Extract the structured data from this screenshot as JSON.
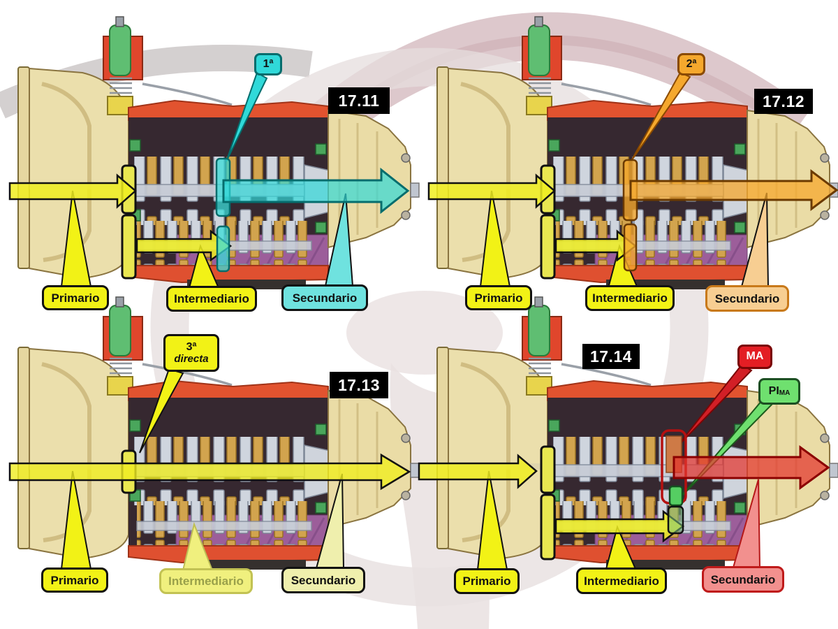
{
  "panels": [
    {
      "number": "17.11",
      "gear_label": "1ª",
      "primario": "Primario",
      "intermediario": "Intermediario",
      "secundario": "Secundario"
    },
    {
      "number": "17.12",
      "gear_label": "2ª",
      "primario": "Primario",
      "intermediario": "Intermediario",
      "secundario": "Secundario"
    },
    {
      "number": "17.13",
      "gear_label": "3ª",
      "gear_sublabel": "directa",
      "primario": "Primario",
      "intermediario": "Intermediario",
      "secundario": "Secundario"
    },
    {
      "number": "17.14",
      "gear_label": "MA",
      "idler_label": "PI",
      "idler_subscript": "MA",
      "primario": "Primario",
      "intermediario": "Intermediario",
      "secundario": "Secundario"
    }
  ],
  "palette": {
    "first_gear_cyan": "#30D9D9",
    "second_gear_orange": "#F5A82D",
    "third_gear_yellow": "#F0EE20",
    "reverse_red": "#E3342E",
    "reverse_idler_green": "#6FE06F",
    "shaft_yellow": "#F2F216",
    "housing_beige": "#EBDFAC",
    "case_red": "#E2532F"
  }
}
